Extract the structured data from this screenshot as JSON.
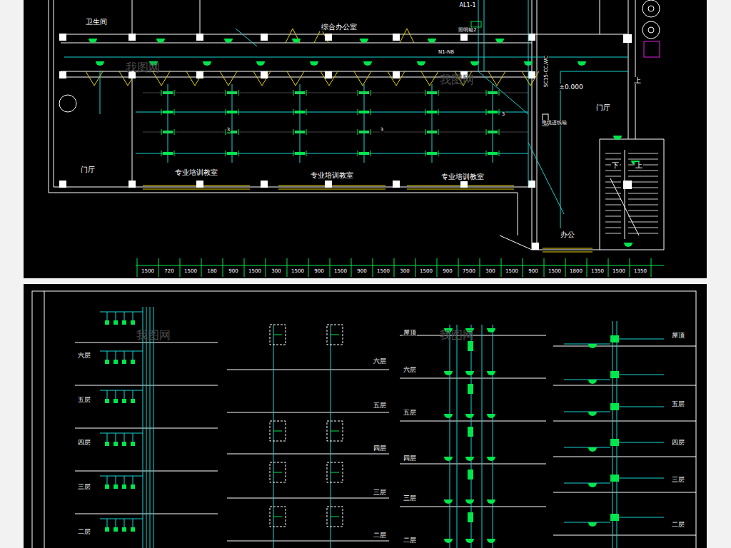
{
  "diagram": {
    "nodes": [
      {
        "text": [
          "卫生间"
        ]
      },
      {
        "text": [
          "综合办公室"
        ]
      },
      {
        "text": [
          "门厅"
        ]
      },
      {
        "text": [
          "专业培训教室"
        ]
      },
      {
        "text": [
          "专业培训教室"
        ]
      },
      {
        "text": [
          "专业培训教室"
        ]
      },
      {
        "text": [
          "门厅"
        ]
      },
      {
        "text": [
          "办公"
        ]
      }
    ],
    "labels": [
      "AL1-1",
      "照明箱2",
      "N1-N8",
      "±0.000",
      "上",
      "下",
      "上",
      "电缆进线箱",
      "SC15-CC,WC",
      "3",
      "3",
      "3",
      "1500",
      "720",
      "1500",
      "180",
      "900",
      "1500",
      "300",
      "1500",
      "900",
      "1500",
      "900",
      "1500",
      "300",
      "1500",
      "900",
      "7500",
      "300",
      "1500",
      "900",
      "1500",
      "1800",
      "1350",
      "1500",
      "1350",
      "六层",
      "五层",
      "四层",
      "三层",
      "二层",
      "六层",
      "五层",
      "四层",
      "三层",
      "二层",
      "屋顶",
      "六层",
      "五层",
      "四层",
      "三层",
      "二层",
      "屋顶",
      "五层",
      "四层",
      "三层",
      "二层",
      "我图网",
      "我图网",
      "我图网",
      "我图网"
    ]
  }
}
